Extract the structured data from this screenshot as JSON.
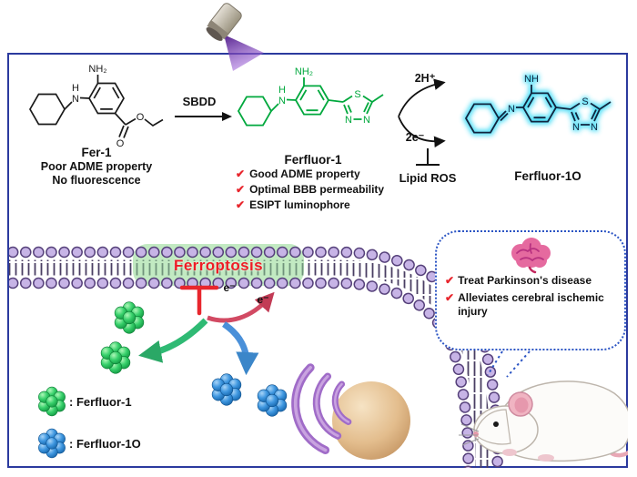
{
  "palette": {
    "frame_blue": "#2b3a9e",
    "structure_black": "#1a1a1a",
    "structure_green": "#00a83d",
    "glow_cyan": "#2fd8f5",
    "accent_red": "#e8262d",
    "membrane_fill": "#c7b4e6",
    "membrane_outline": "#55407a"
  },
  "ui": {
    "check": "✔"
  },
  "scheme": {
    "sbdd_label": "SBDD",
    "fer1": {
      "name": "Fer-1",
      "desc1": "Poor ADME property",
      "desc2": "No fluorescence",
      "atoms": {
        "h": "H",
        "n": "N",
        "nh2": "NH₂",
        "o1": "O",
        "o2": "O"
      }
    },
    "ferfluor1": {
      "name": "Ferfluor-1",
      "props": [
        "Good ADME property",
        "Optimal BBB permeability",
        "ESIPT luminophore"
      ],
      "atoms": {
        "h": "H",
        "n": "N",
        "nh2": "NH₂",
        "s": "S",
        "n3": "N",
        "n4": "N"
      }
    },
    "redox": {
      "protons": "2H⁺",
      "electrons": "2e⁻",
      "lipid_ros": "Lipid ROS"
    },
    "ferfluor1o": {
      "name": "Ferfluor-1O",
      "atoms": {
        "n": "N",
        "nh": "NH",
        "s": "S",
        "n3": "N",
        "n4": "N"
      }
    }
  },
  "cell": {
    "ferroptosis_label": "Ferroptosis",
    "electron1": "e⁻",
    "electron2": "e⁻",
    "legend": {
      "item1": ": Ferfluor-1",
      "item2": ": Ferfluor-1O"
    }
  },
  "bubble": {
    "item1": "Treat Parkinson's disease",
    "item2": "Alleviates cerebral ischemic injury"
  }
}
